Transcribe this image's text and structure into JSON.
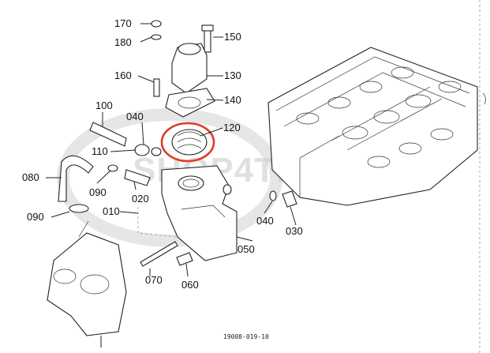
{
  "watermark": "SHOP4TRAC",
  "drawing_code": "19008-019-10",
  "highlight_color": "#e03a2a",
  "parts": [
    {
      "id": "170",
      "label": "170"
    },
    {
      "id": "180",
      "label": "180"
    },
    {
      "id": "150",
      "label": "150"
    },
    {
      "id": "160",
      "label": "160"
    },
    {
      "id": "130",
      "label": "130"
    },
    {
      "id": "140",
      "label": "140"
    },
    {
      "id": "100",
      "label": "100"
    },
    {
      "id": "040a",
      "label": "040"
    },
    {
      "id": "120",
      "label": "120"
    },
    {
      "id": "110",
      "label": "110"
    },
    {
      "id": "080",
      "label": "080"
    },
    {
      "id": "090a",
      "label": "090"
    },
    {
      "id": "020",
      "label": "020"
    },
    {
      "id": "010",
      "label": "010"
    },
    {
      "id": "090b",
      "label": "090"
    },
    {
      "id": "040b",
      "label": "040"
    },
    {
      "id": "030",
      "label": "030"
    },
    {
      "id": "050",
      "label": "050"
    },
    {
      "id": "070",
      "label": "070"
    },
    {
      "id": "060",
      "label": "060"
    }
  ]
}
